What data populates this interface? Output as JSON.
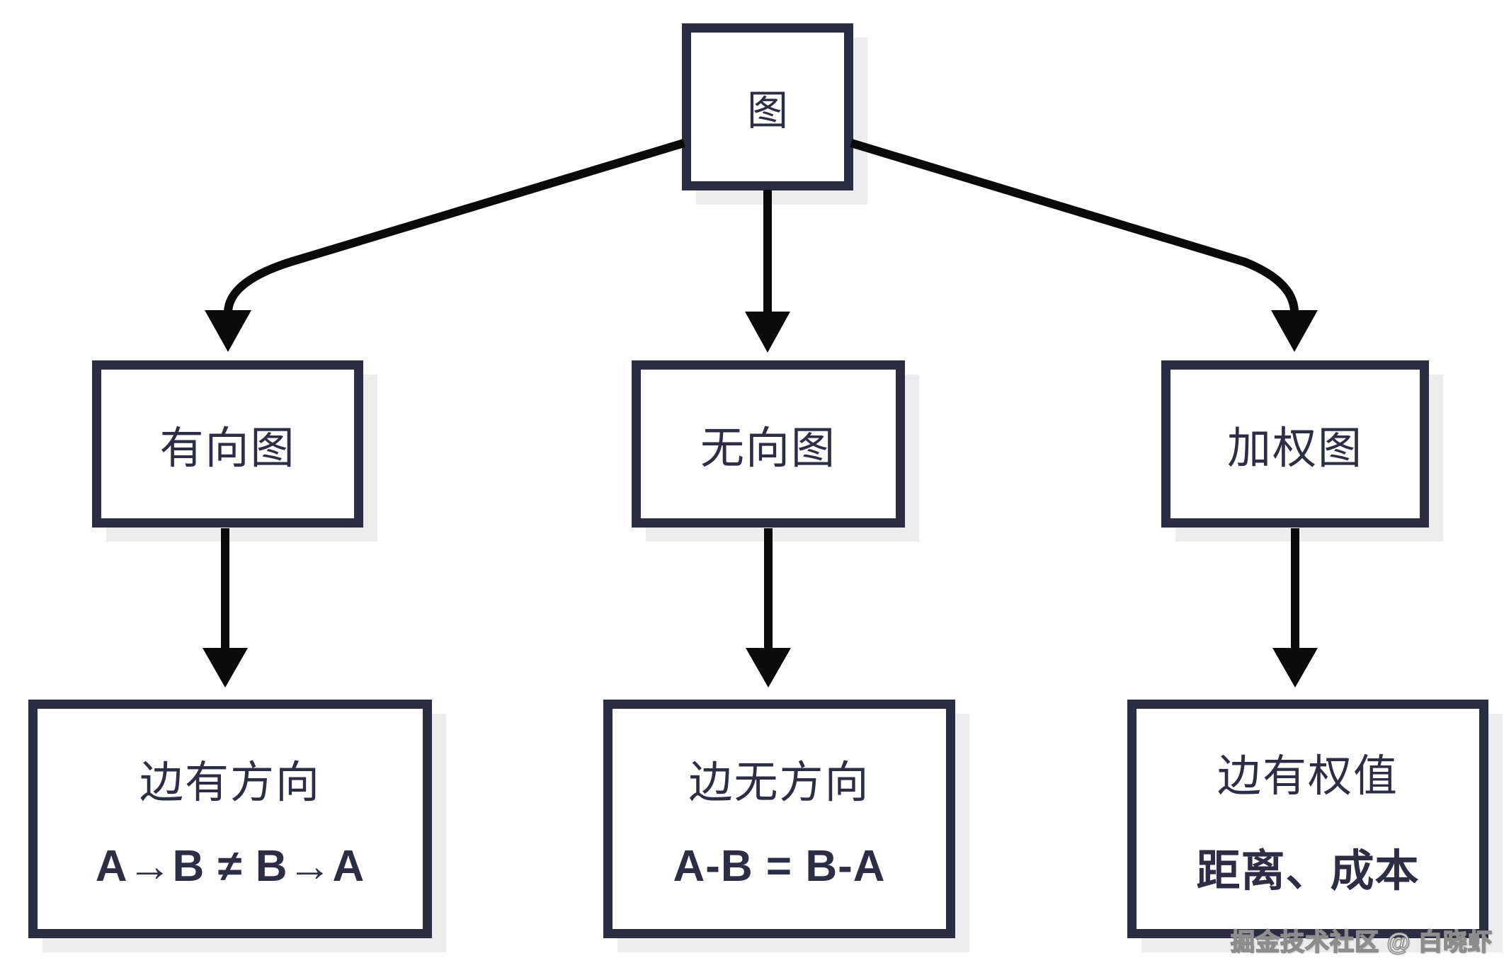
{
  "diagram": {
    "root": {
      "label": "图"
    },
    "branches": [
      {
        "label": "有向图",
        "desc_line1": "边有方向",
        "desc_line2": "A→B ≠ B→A"
      },
      {
        "label": "无向图",
        "desc_line1": "边无方向",
        "desc_line2": "A-B = B-A"
      },
      {
        "label": "加权图",
        "desc_line1": "边有权值",
        "desc_line2": "距离、成本"
      }
    ],
    "colors": {
      "node_border": "#2b2d42",
      "node_text": "#2b2e44",
      "node_fill": "#fefefe",
      "arrow": "#0a0a0a",
      "shadow": "#ededef",
      "background": "#ffffff"
    }
  },
  "watermark": {
    "text": "掘金技术社区 @ 白晓虾"
  }
}
